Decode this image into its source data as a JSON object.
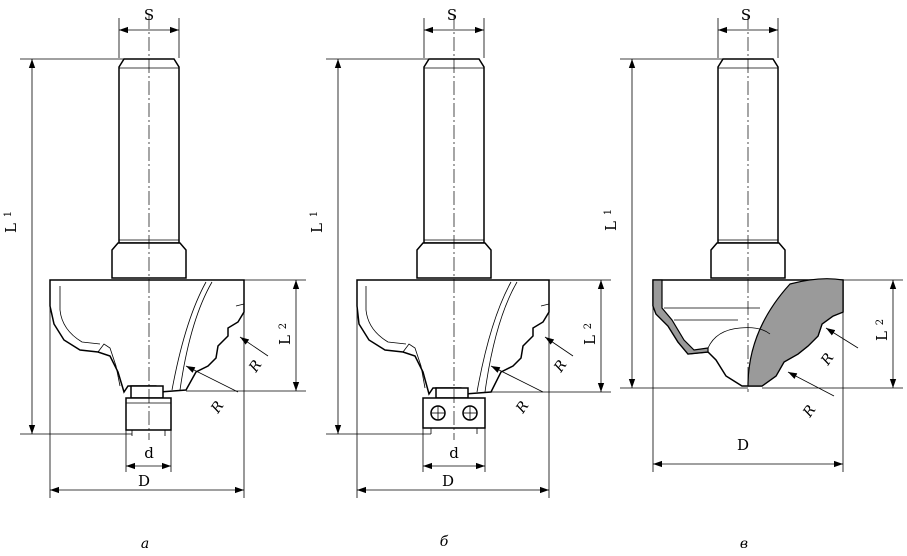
{
  "figures": [
    {
      "caption": "а",
      "width_label": "S",
      "length_label": "L",
      "length_sub": "1",
      "height_label": "L",
      "height_sub": "2",
      "radius_label_1": "R",
      "radius_label_2": "R",
      "bearing_label": "d",
      "diameter_label": "D"
    },
    {
      "caption": "б",
      "width_label": "S",
      "length_label": "L",
      "length_sub": "1",
      "height_label": "L",
      "height_sub": "2",
      "radius_label_1": "R",
      "radius_label_2": "R",
      "bearing_label": "d",
      "diameter_label": "D"
    },
    {
      "caption": "в",
      "width_label": "S",
      "length_label": "L",
      "length_sub": "1",
      "height_label": "L",
      "height_sub": "2",
      "radius_label_1": "R",
      "radius_label_2": "R",
      "diameter_label": "D"
    }
  ],
  "colors": {
    "line": "#000000",
    "insert_fill": "#9a9a9a",
    "background": "#ffffff"
  }
}
